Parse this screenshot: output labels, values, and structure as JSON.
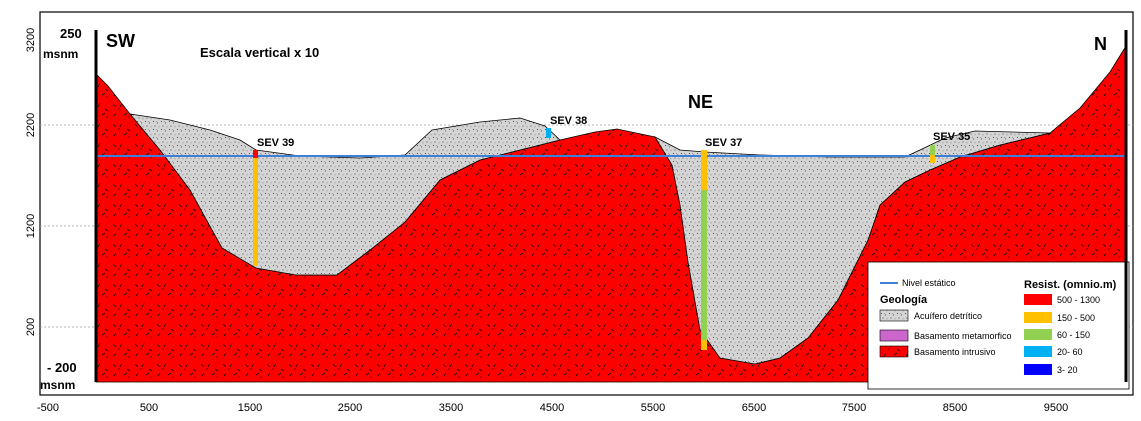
{
  "chart_data": {
    "type": "cross-section",
    "x_ticks": [
      "-500",
      "500",
      "1500",
      "2500",
      "3500",
      "4500",
      "5500",
      "6500",
      "7500",
      "8500",
      "9500"
    ],
    "y_ticks": [
      "3200",
      "2200",
      "1200",
      "200"
    ],
    "corner_labels": {
      "sw": "SW",
      "n": "N",
      "ne": "NE"
    },
    "left_scale": {
      "top_value": "250",
      "top_unit": "msnm",
      "bottom_value": "- 200",
      "bottom_unit": "msnm"
    },
    "vertical_scale_note": "Escala vertical x 10",
    "sevs": [
      {
        "name": "SEV 39",
        "x_km": 1.55
      },
      {
        "name": "SEV 38",
        "x_km": 4.45
      },
      {
        "name": "SEV 37",
        "x_km": 6.0
      },
      {
        "name": "SEV 35",
        "x_km": 8.25
      }
    ],
    "legend": {
      "static_level": "Nivel estático",
      "geology_title": "Geología",
      "geology": [
        "Acuífero detrítico",
        "Basamento metamorfico",
        "Basamento intrusivo"
      ],
      "resistivity_title": "Resist. (omnio.m)",
      "resistivity": [
        {
          "range": "500 - 1300",
          "color": "#ff0000"
        },
        {
          "range": "150 - 500",
          "color": "#ffc000"
        },
        {
          "range": "60 - 150",
          "color": "#92d050"
        },
        {
          "range": "20- 60",
          "color": "#00b0f0"
        },
        {
          "range": "3- 20",
          "color": "#0000ff"
        }
      ]
    }
  },
  "colors": {
    "intrusive": "#ff0000",
    "aquifer": "#d4d4d4",
    "metamorphic": "#cc66cc",
    "water_level": "#3d7fd9"
  }
}
